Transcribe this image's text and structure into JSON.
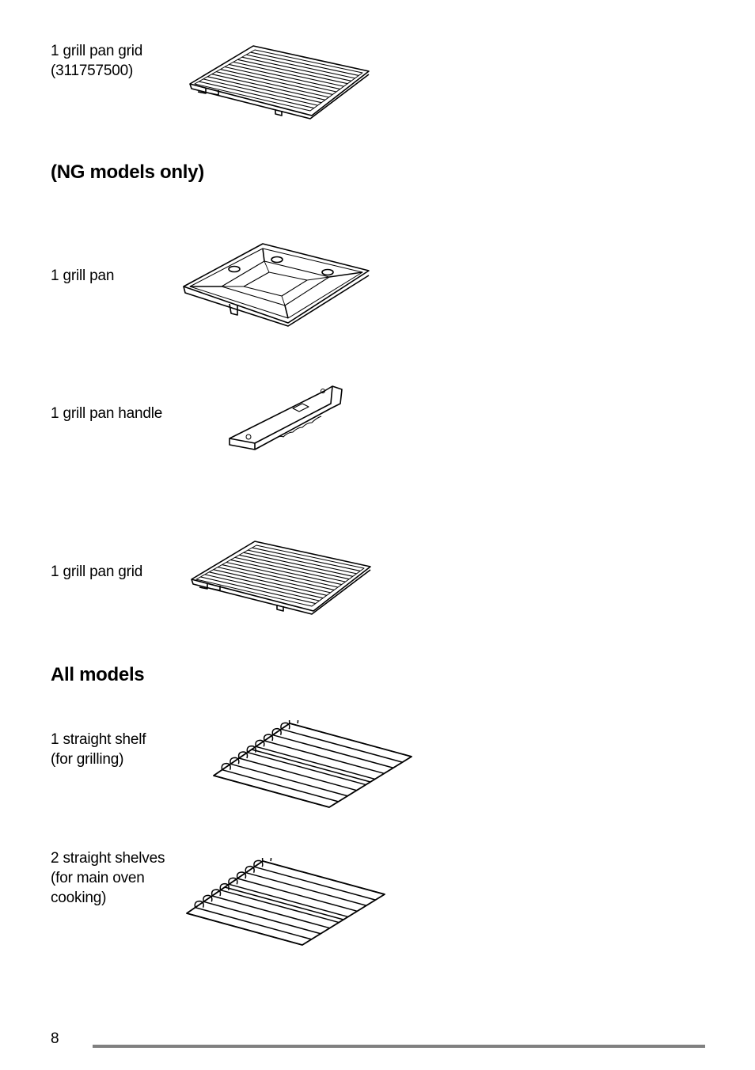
{
  "items": [
    {
      "label": "1 grill pan grid\n(311757500)",
      "icon": "grill-pan-grid-icon"
    },
    {
      "label": "1 grill pan",
      "icon": "grill-pan-icon"
    },
    {
      "label": "1 grill pan handle",
      "icon": "grill-pan-handle-icon"
    },
    {
      "label": "1 grill pan grid",
      "icon": "grill-pan-grid-icon"
    },
    {
      "label": "1 straight shelf\n(for grilling)",
      "icon": "shelf-icon"
    },
    {
      "label": "2 straight shelves\n(for main oven\ncooking)",
      "icon": "shelf-icon"
    }
  ],
  "sections": {
    "ng_models": "(NG models only)",
    "all_models": "All models"
  },
  "footer": {
    "page_number": "8"
  }
}
